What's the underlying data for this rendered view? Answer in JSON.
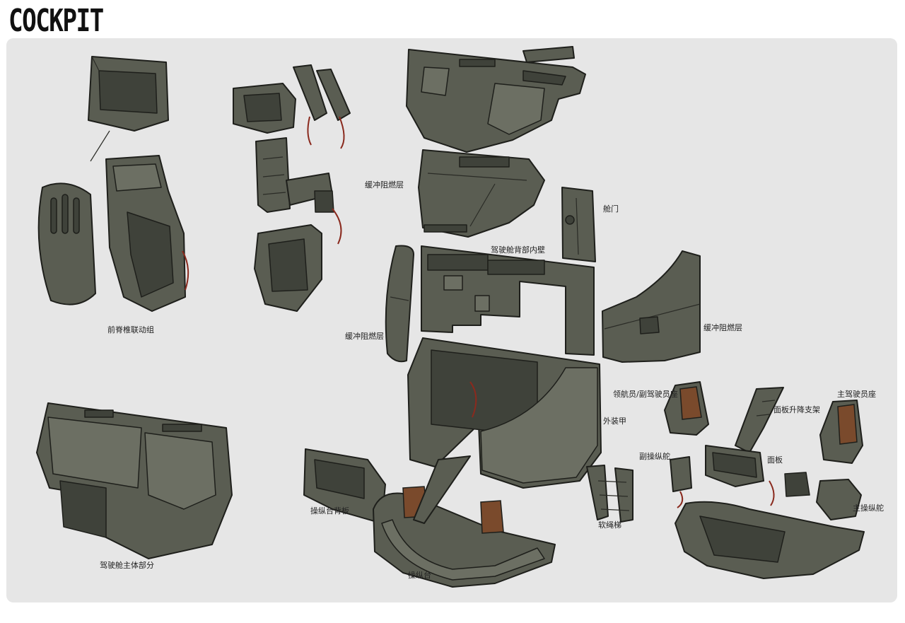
{
  "title": "COCKPIT",
  "colors": {
    "panel_bg": "#e6e6e6",
    "armor": "#5a5d52",
    "armor_light": "#6c6f63",
    "armor_dark": "#3f423a",
    "outline": "#1e1f1b",
    "seat_cushion": "#7a4a2c",
    "cable_red": "#8a2a1e"
  },
  "labels": {
    "front_spine_linkage": "前脊椎联动组",
    "buffer_layer_top": "缓冲阻燃层",
    "hatch": "舱门",
    "cockpit_back_inner_wall": "驾驶舱背部内壁",
    "buffer_layer_left": "缓冲阻燃层",
    "buffer_layer_right": "缓冲阻燃层",
    "navigator_copilot_seat": "领航员/副驾驶员座",
    "panel_lift_bracket": "面板升降支架",
    "main_pilot_seat": "主驾驶员座",
    "outer_armor": "外装甲",
    "co_control_stick": "副操纵舵",
    "panel": "面板",
    "console_back_plate": "操纵台背板",
    "rope_ladder": "软绳梯",
    "main_control_stick": "主操纵舵",
    "cockpit_main_body": "驾驶舱主体部分",
    "console": "操纵台"
  }
}
